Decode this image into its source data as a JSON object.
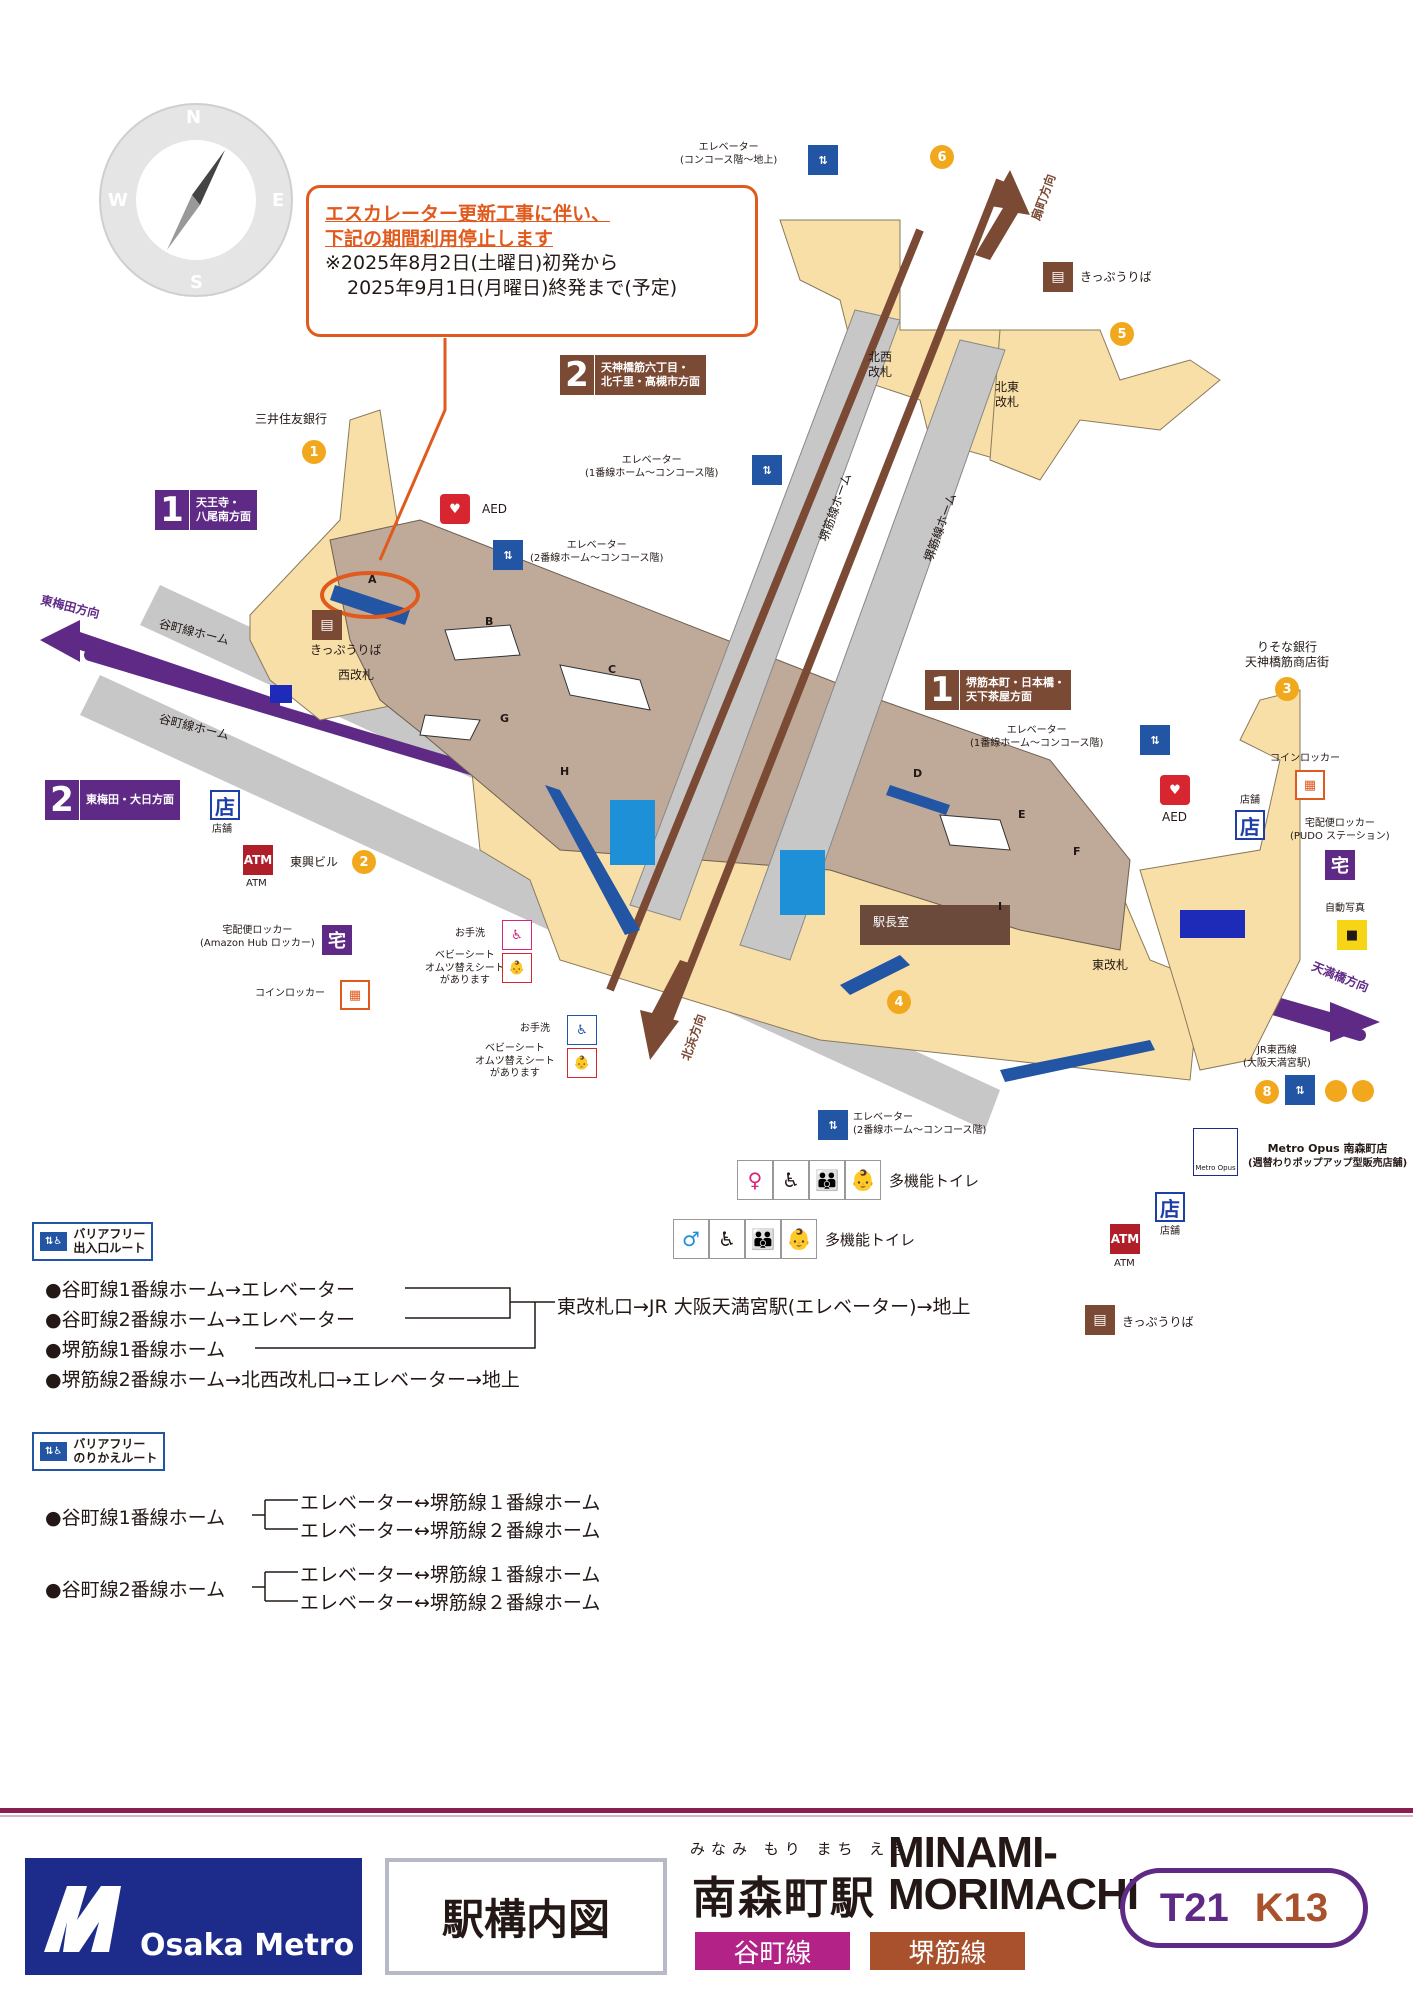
{
  "notice": {
    "title_line1": "エスカレーター更新工事に伴い、",
    "title_line2": "下記の期間利用停止します",
    "period_line1": "※2025年8月2日(土曜日)初発から",
    "period_line2": "2025年9月1日(月曜日)終発まで(予定)"
  },
  "compass": {
    "letters": [
      "N",
      "E",
      "S",
      "W"
    ]
  },
  "directions": {
    "higashi_umeda": "東梅田方向",
    "tenmabashi": "天満橋方向",
    "ogimachi": "扇町方向",
    "kita_kata": "北浜方向"
  },
  "exit_signs": [
    {
      "num": "1",
      "line1": "天王寺・",
      "line2": "八尾南方面",
      "color": "#5f2a86"
    },
    {
      "num": "2",
      "line1": "東梅田・大日方面",
      "line2": "",
      "color": "#5f2a86"
    },
    {
      "num": "2",
      "line1": "天神橋筋六丁目・",
      "line2": "北千里・高槻市方面",
      "color": "#7a4a35"
    },
    {
      "num": "1",
      "line1": "堺筋本町・日本橋・",
      "line2": "天下茶屋方面",
      "color": "#7a4a35"
    }
  ],
  "exits": [
    "1",
    "2",
    "3",
    "4",
    "5",
    "6",
    "8"
  ],
  "gates": [
    "西改札",
    "北西改札",
    "北東改札",
    "東改札"
  ],
  "letters": [
    "A",
    "B",
    "C",
    "D",
    "E",
    "F",
    "G",
    "H",
    "I"
  ],
  "labels": {
    "mitsui": "三井住友銀行",
    "touko": "東興ビル",
    "resona_1": "りそな銀行",
    "resona_2": "天神橋筋商店街",
    "aed": "AED",
    "kippu": "きっぷうりば",
    "tanimachi_home": "谷町線ホーム",
    "sakaisuji_home": "堺筋線ホーム",
    "ekichou": "駅長室",
    "coin_locker": "コインロッカー",
    "takuhai_amazon_1": "宅配便ロッカー",
    "takuhai_amazon_2": "(Amazon Hub ロッカー)",
    "takuhai_pudo_1": "宅配便ロッカー",
    "takuhai_pudo_2": "(PUDO ステーション)",
    "jidou_shashin": "自動写真",
    "atm": "ATM",
    "shop": "店舗",
    "shop_icon": "店",
    "takuhai_icon": "宅",
    "otearai": "お手洗",
    "baby_1": "ベビーシート",
    "baby_2": "オムツ替えシート",
    "baby_3": "があります",
    "tamokuteki": "多機能トイレ",
    "jr_1": "JR東西線",
    "jr_2": "(大阪天満宮駅)",
    "opus_1": "Metro Opus 南森町店",
    "opus_2": "(週替わりポップアップ型販売店舗)",
    "opus_icon": "Metro Opus",
    "elev_concourse_ground": "エレベーター",
    "elev_concourse_ground_2": "(コンコース階〜地上)",
    "elev_1_concourse": "エレベーター",
    "elev_1_concourse_2": "(1番線ホーム〜コンコース階)",
    "elev_2_concourse": "エレベーター",
    "elev_2_concourse_2": "(2番線ホーム〜コンコース階)"
  },
  "barrier_free_exit": {
    "head_1": "バリアフリー",
    "head_2": "出入口ルート",
    "rows": [
      "●谷町線1番線ホーム→エレベーター",
      "●谷町線2番線ホーム→エレベーター",
      "●堺筋線1番線ホーム",
      "●堺筋線2番線ホーム→北西改札口→エレベーター→地上"
    ],
    "merge": "東改札口→JR 大阪天満宮駅(エレベーター)→地上"
  },
  "barrier_free_transfer": {
    "head_1": "バリアフリー",
    "head_2": "のりかえルート",
    "groups": [
      {
        "from": "●谷町線1番線ホーム",
        "to": [
          "エレベーター↔堺筋線１番線ホーム",
          "エレベーター↔堺筋線２番線ホーム"
        ]
      },
      {
        "from": "●谷町線2番線ホーム",
        "to": [
          "エレベーター↔堺筋線１番線ホーム",
          "エレベーター↔堺筋線２番線ホーム"
        ]
      }
    ]
  },
  "footer": {
    "brand": "Osaka Metro",
    "title": "駅構内図",
    "kana": "みなみ もり まち えき",
    "station": "南森町駅",
    "roman_1": "MINAMI-",
    "roman_2": "MORIMACHI",
    "line_tanimachi": "谷町線",
    "line_sakaisuji": "堺筋線",
    "code_1": "T21",
    "code_2": "K13"
  },
  "colors": {
    "tanimachi": "#5f2a86",
    "sakaisuji": "#7a4a35",
    "accent": "#e15a1d",
    "concourse": "#bfa999",
    "passage": "#f8dfa8",
    "elevator": "#2255a4",
    "metro_blue": "#1d2c8a"
  }
}
